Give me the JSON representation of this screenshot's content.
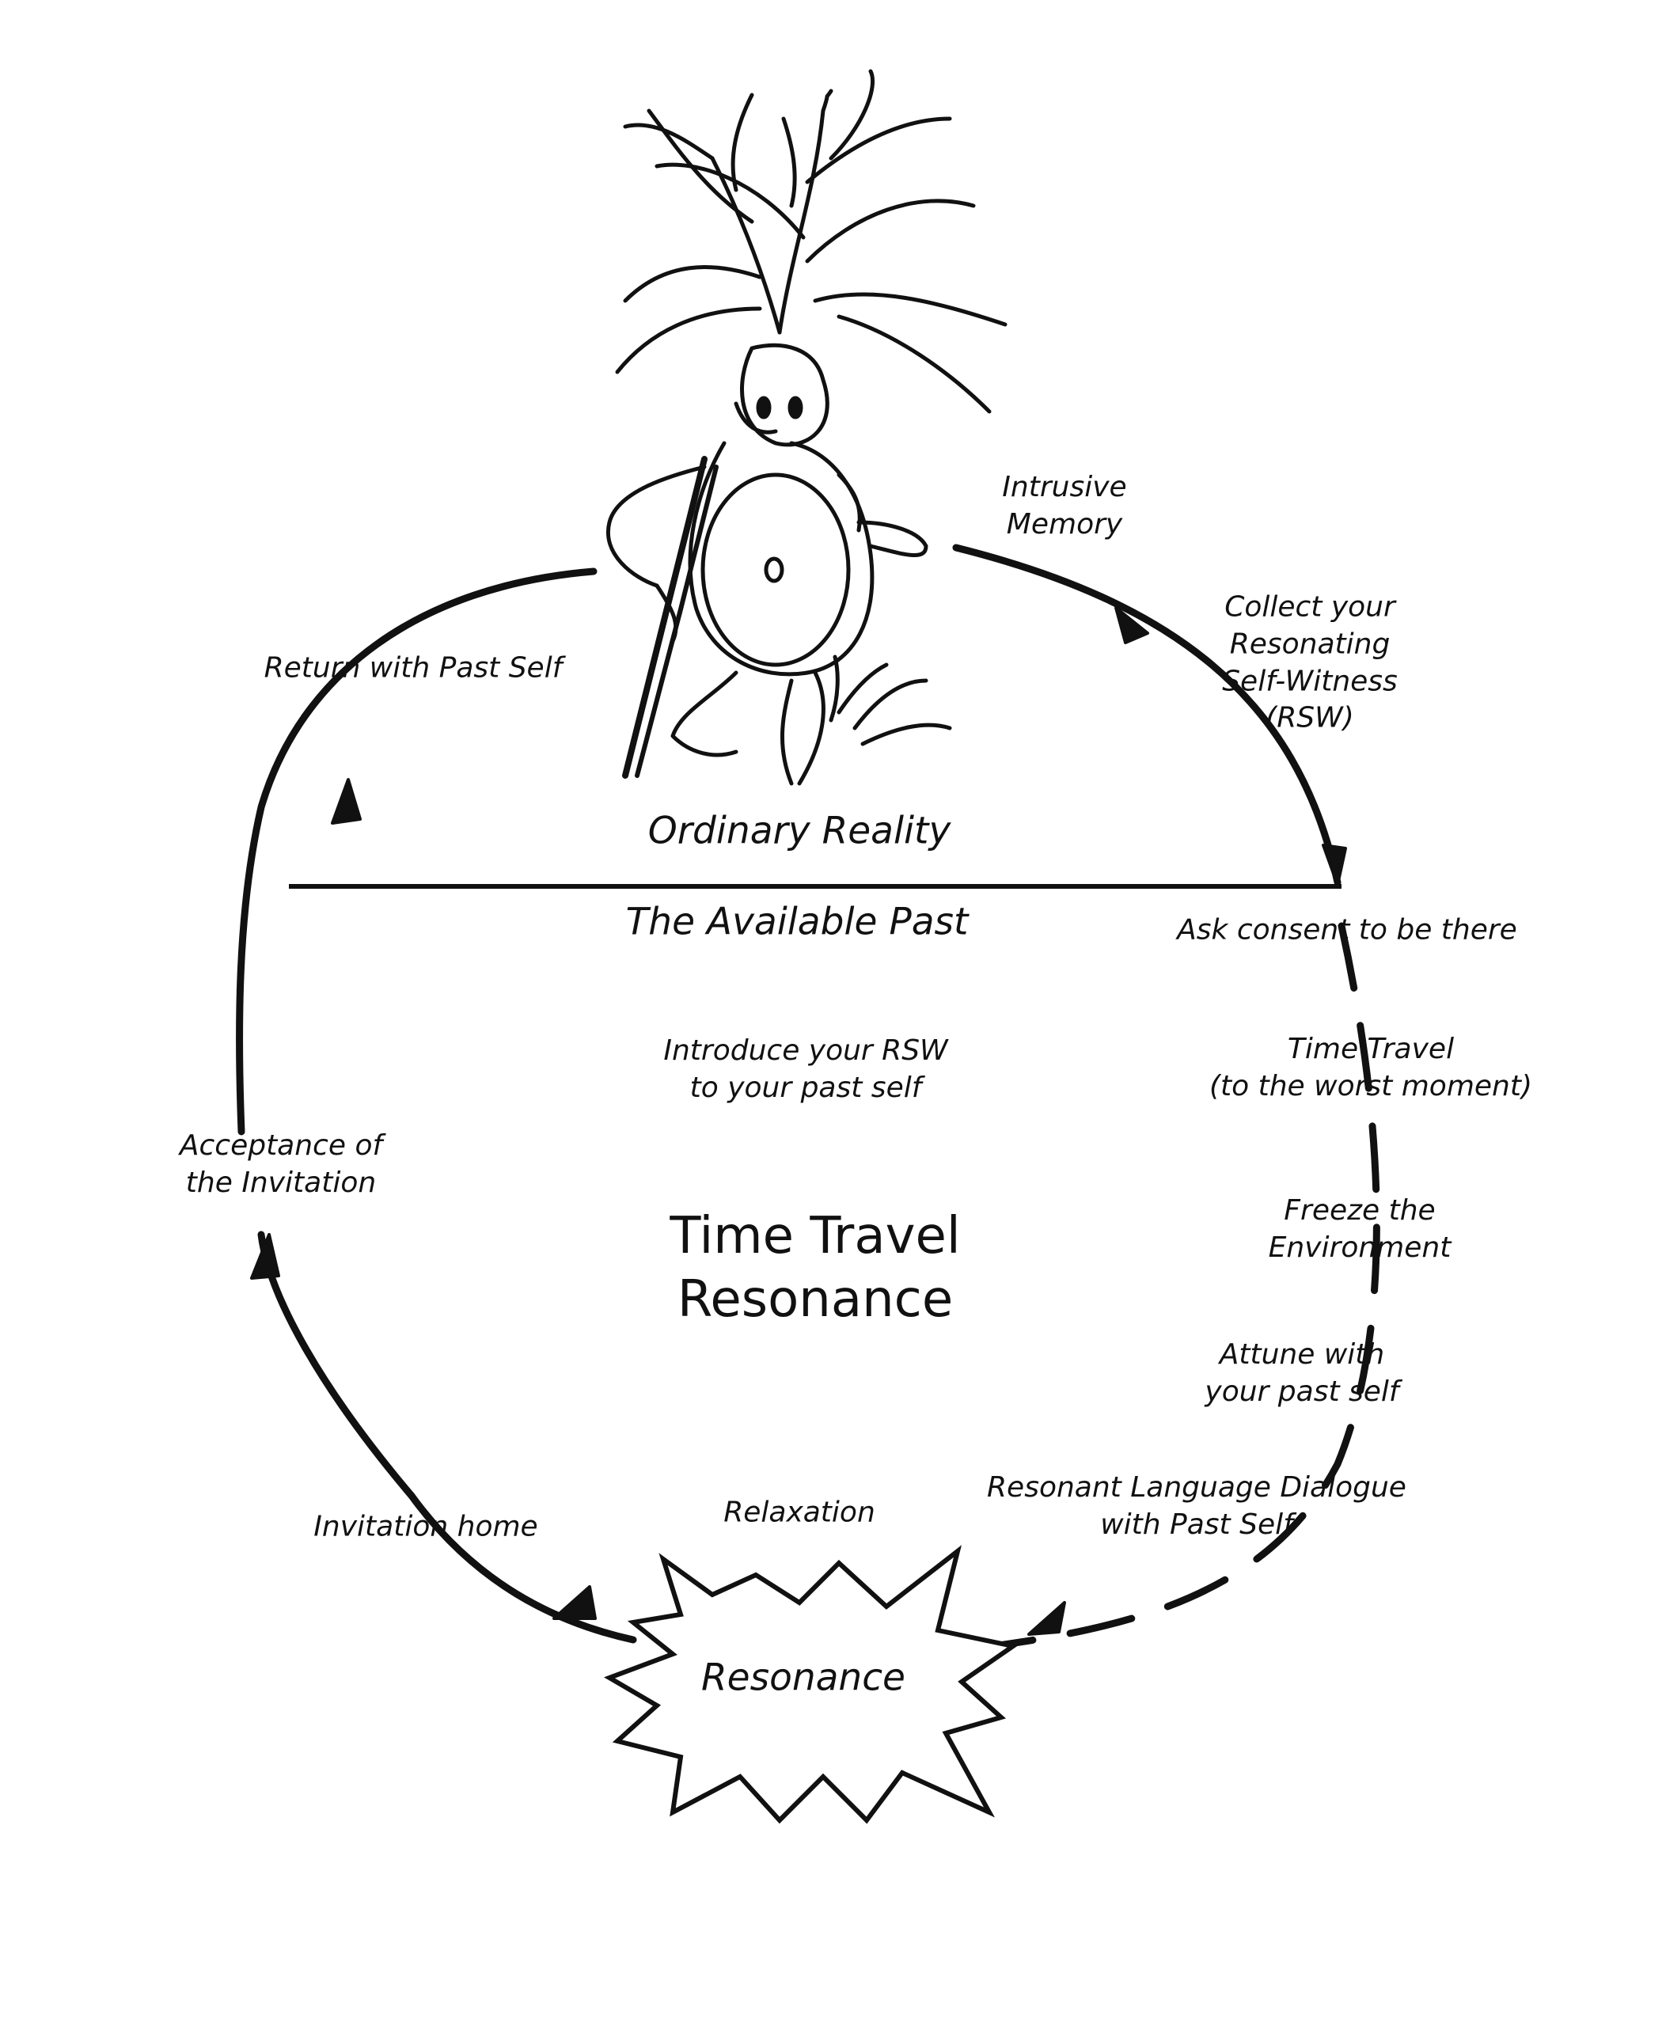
{
  "center_title": [
    "Time Travel",
    "Resonance"
  ],
  "regions": {
    "upper": "Ordinary Reality",
    "lower": "The Available Past"
  },
  "burst_label": "Resonance",
  "steps": {
    "intrusive_memory": [
      "Intrusive",
      "Memory"
    ],
    "collect_rsw": [
      "Collect your",
      "Resonating",
      "Self-Witness",
      "(RSW)"
    ],
    "ask_consent": "Ask consent to be there",
    "time_travel": [
      "Time Travel",
      "(to the worst moment)"
    ],
    "freeze": [
      "Freeze the",
      "Environment"
    ],
    "attune": [
      "Attune with",
      "your past self"
    ],
    "dialogue": [
      "Resonant Language Dialogue",
      "with Past Self"
    ],
    "relaxation": "Relaxation",
    "invitation_home": "Invitation home",
    "acceptance": [
      "Acceptance of",
      "the Invitation"
    ],
    "return": "Return with Past Self",
    "introduce": [
      "Introduce your RSW",
      "to your past self"
    ]
  },
  "illustration": "tree-character-with-walking-stick",
  "colors": {
    "ink": "#111111",
    "paper": "#ffffff"
  }
}
